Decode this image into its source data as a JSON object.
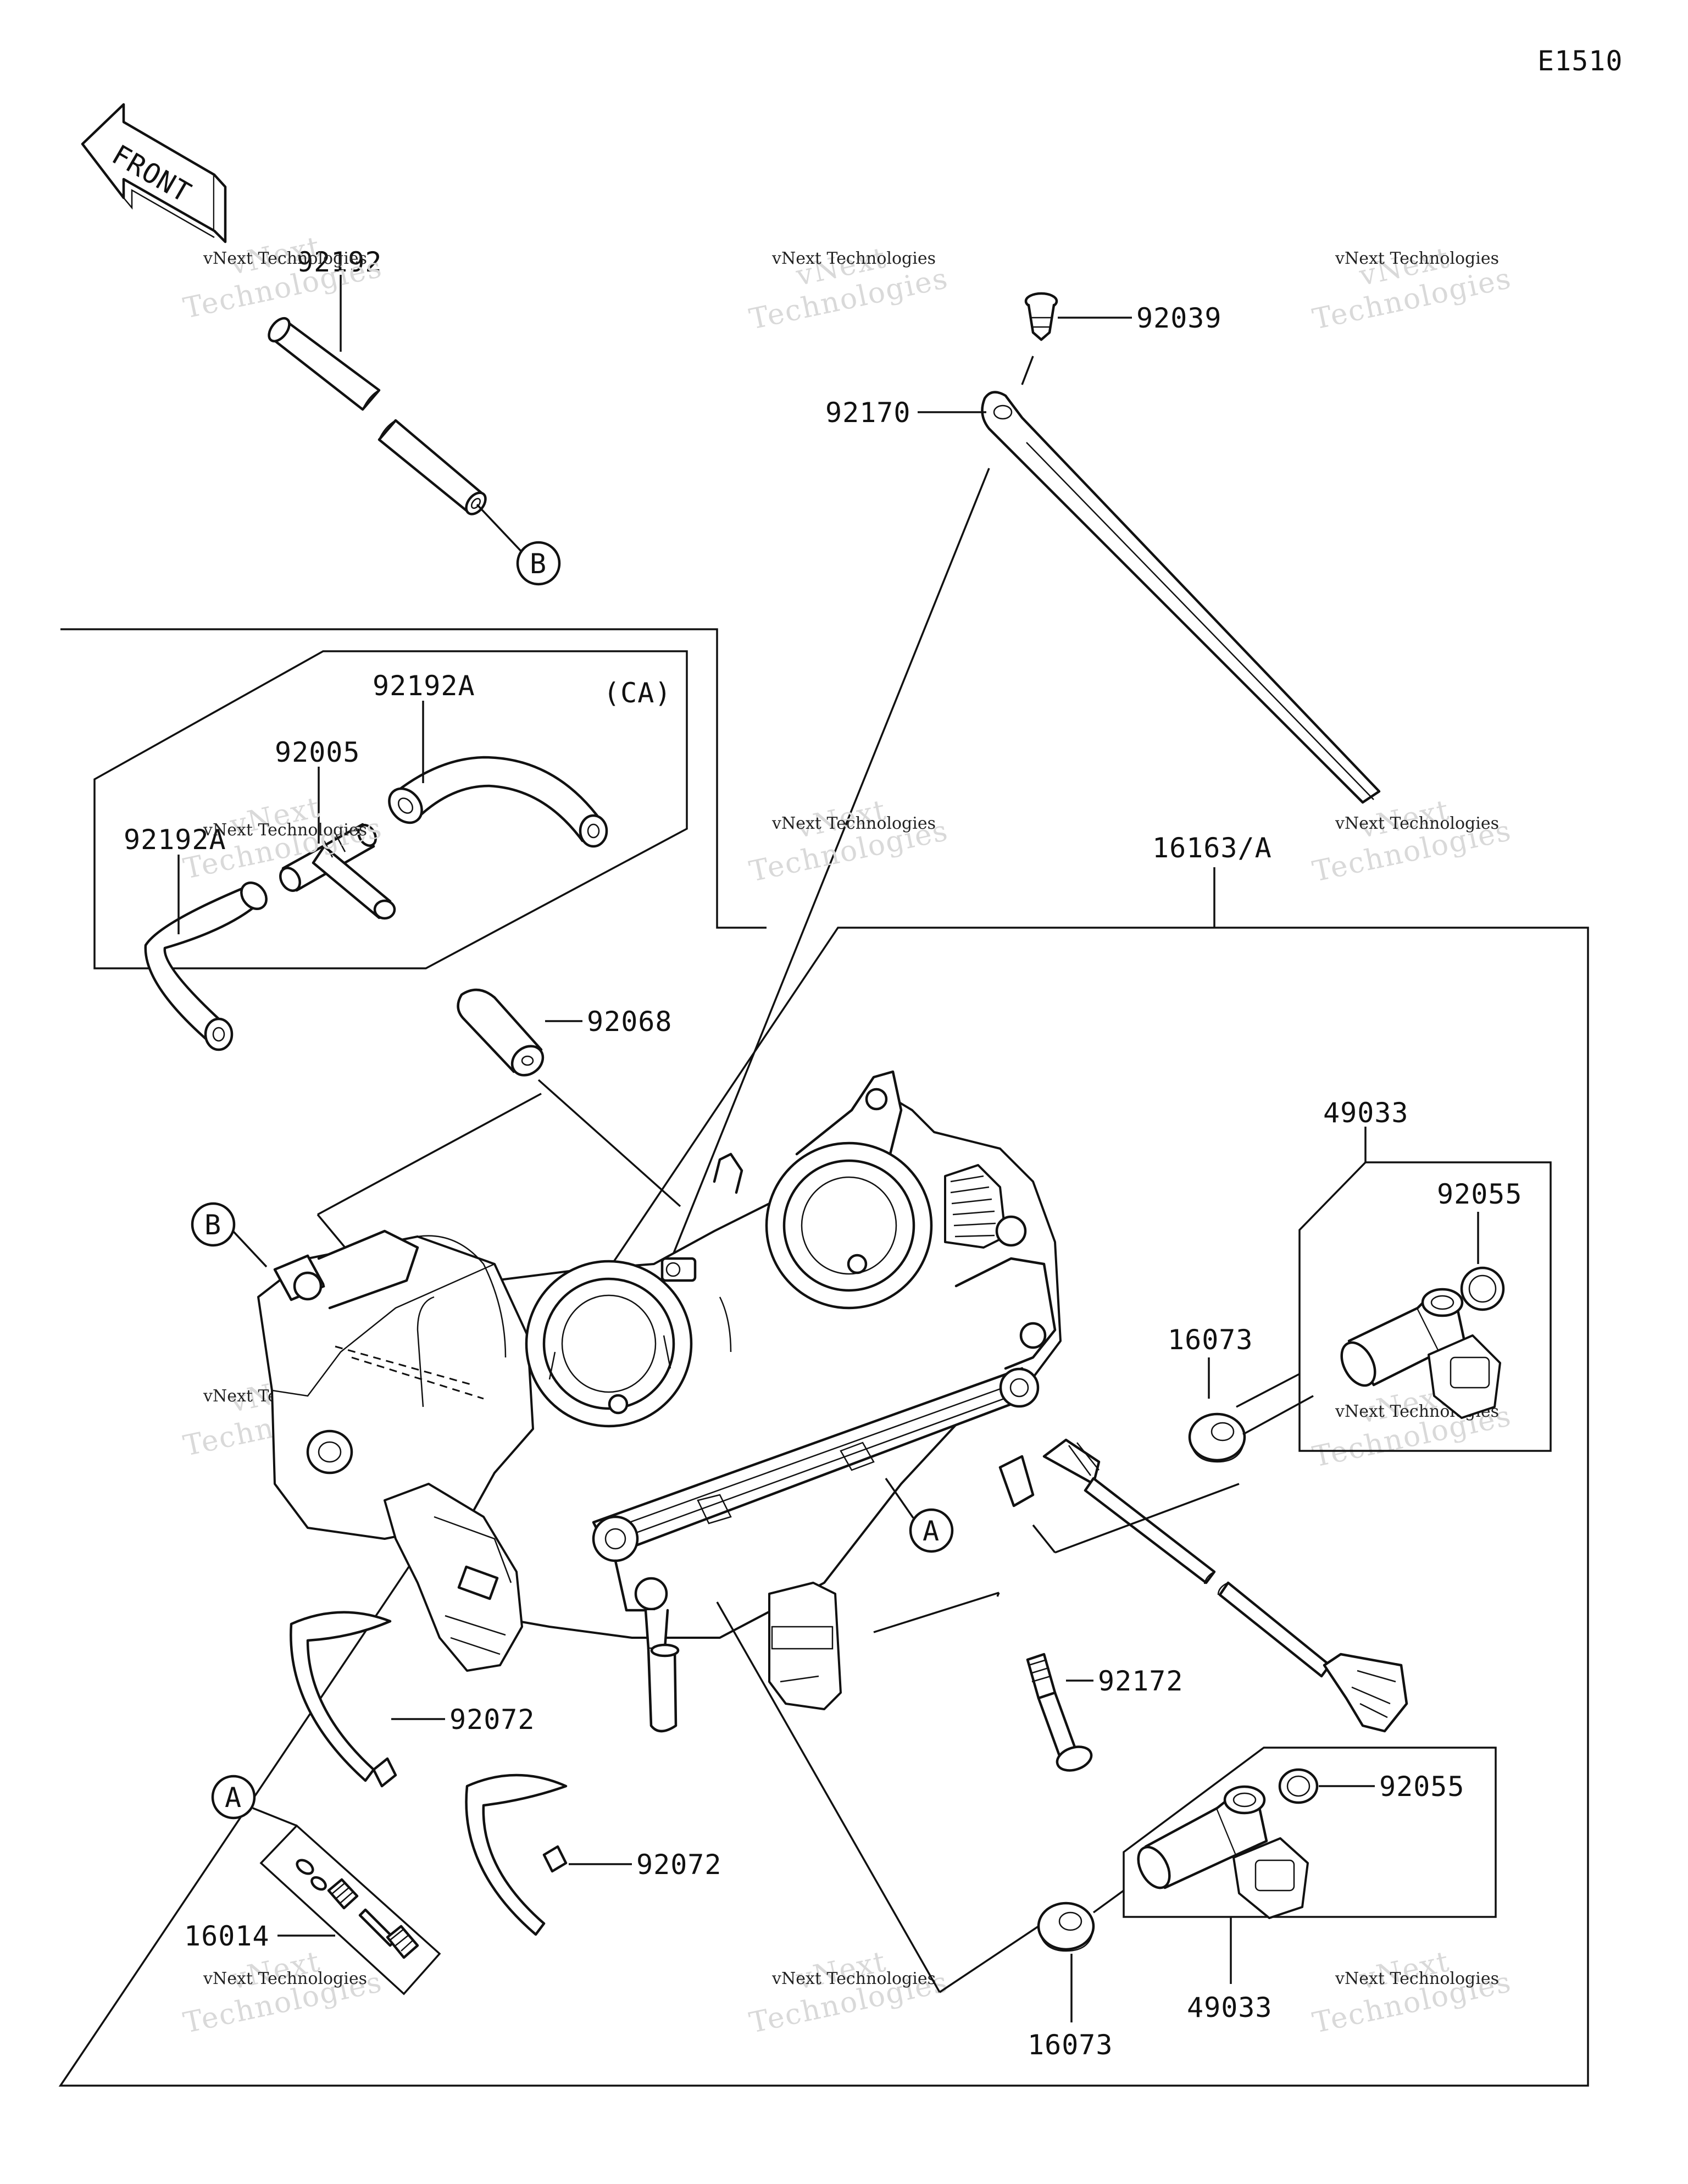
{
  "diagram": {
    "code": "E1510",
    "front_label": "FRONT",
    "callouts": {
      "p92192": "92192",
      "p92039": "92039",
      "p92170": "92170",
      "p92192A_a": "92192A",
      "p92192A_b": "92192A",
      "pCA": "(CA)",
      "p92005": "92005",
      "p16163": "16163/A",
      "p92068": "92068",
      "p49033_a": "49033",
      "p92055_a": "92055",
      "p16073_a": "16073",
      "p92072_a": "92072",
      "p92072_b": "92072",
      "p92172": "92172",
      "p92055_b": "92055",
      "p16014": "16014",
      "p49033_b": "49033",
      "p16073_b": "16073"
    },
    "refs": {
      "B_top": "B",
      "B_left": "B",
      "A_mid": "A",
      "A_low": "A"
    },
    "watermark": {
      "line1": "vNext",
      "line2": "Technologies",
      "small": "vNext Technologies"
    }
  }
}
